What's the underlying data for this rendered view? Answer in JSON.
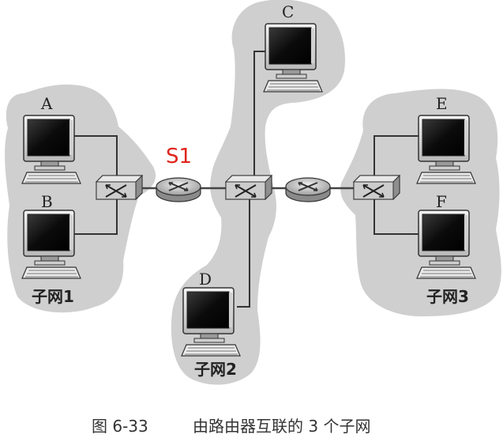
{
  "hosts": {
    "a": "A",
    "b": "B",
    "c": "C",
    "d": "D",
    "e": "E",
    "f": "F"
  },
  "subnets": {
    "subnet1": "子网1",
    "subnet2": "子网2",
    "subnet3": "子网3"
  },
  "annotation": "S1",
  "caption": {
    "figure_no": "图 6-33",
    "title": "由路由器互联的 3 个子网"
  },
  "colors": {
    "cloud": "#cfcfcf",
    "screen": "#111111",
    "annotation": "#e0241b"
  }
}
